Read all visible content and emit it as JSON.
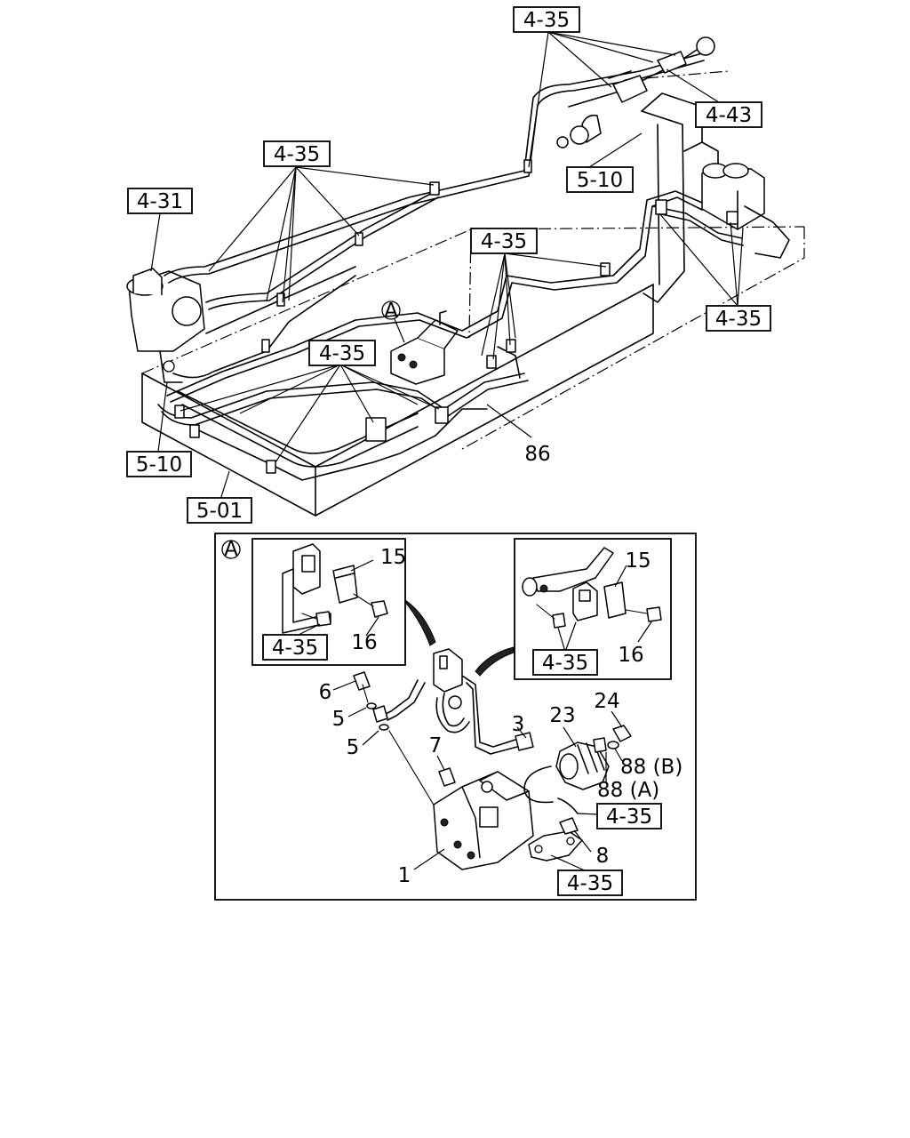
{
  "refs": {
    "top_upper": "4-35",
    "top_right": "4-43",
    "upper_mid": "5-10",
    "left_upper": "4-31",
    "upper_left_cluster": "4-35",
    "center_cluster": "4-35",
    "right_cluster": "4-35",
    "lower_cluster": "4-35",
    "left_lower": "5-10",
    "bottom_frame": "5-01",
    "inset_left": "4-35",
    "inset_right": "4-35",
    "ring_ref": "4-35",
    "flange_ref": "4-35"
  },
  "callouts": {
    "detail_marker": "A",
    "pipe": "86",
    "clip_left": "15",
    "bolt_left": "16",
    "clip_right": "15",
    "bolt_right": "16",
    "bolt_6": "6",
    "washer_5a": "5",
    "washer_5b": "5",
    "tube_3": "3",
    "gear_23": "23",
    "nut_24": "24",
    "washer_88b": "88 (B)",
    "washer_88a": "88 (A)",
    "bolt_7": "7",
    "bolt_8": "8",
    "pump_1": "1"
  }
}
